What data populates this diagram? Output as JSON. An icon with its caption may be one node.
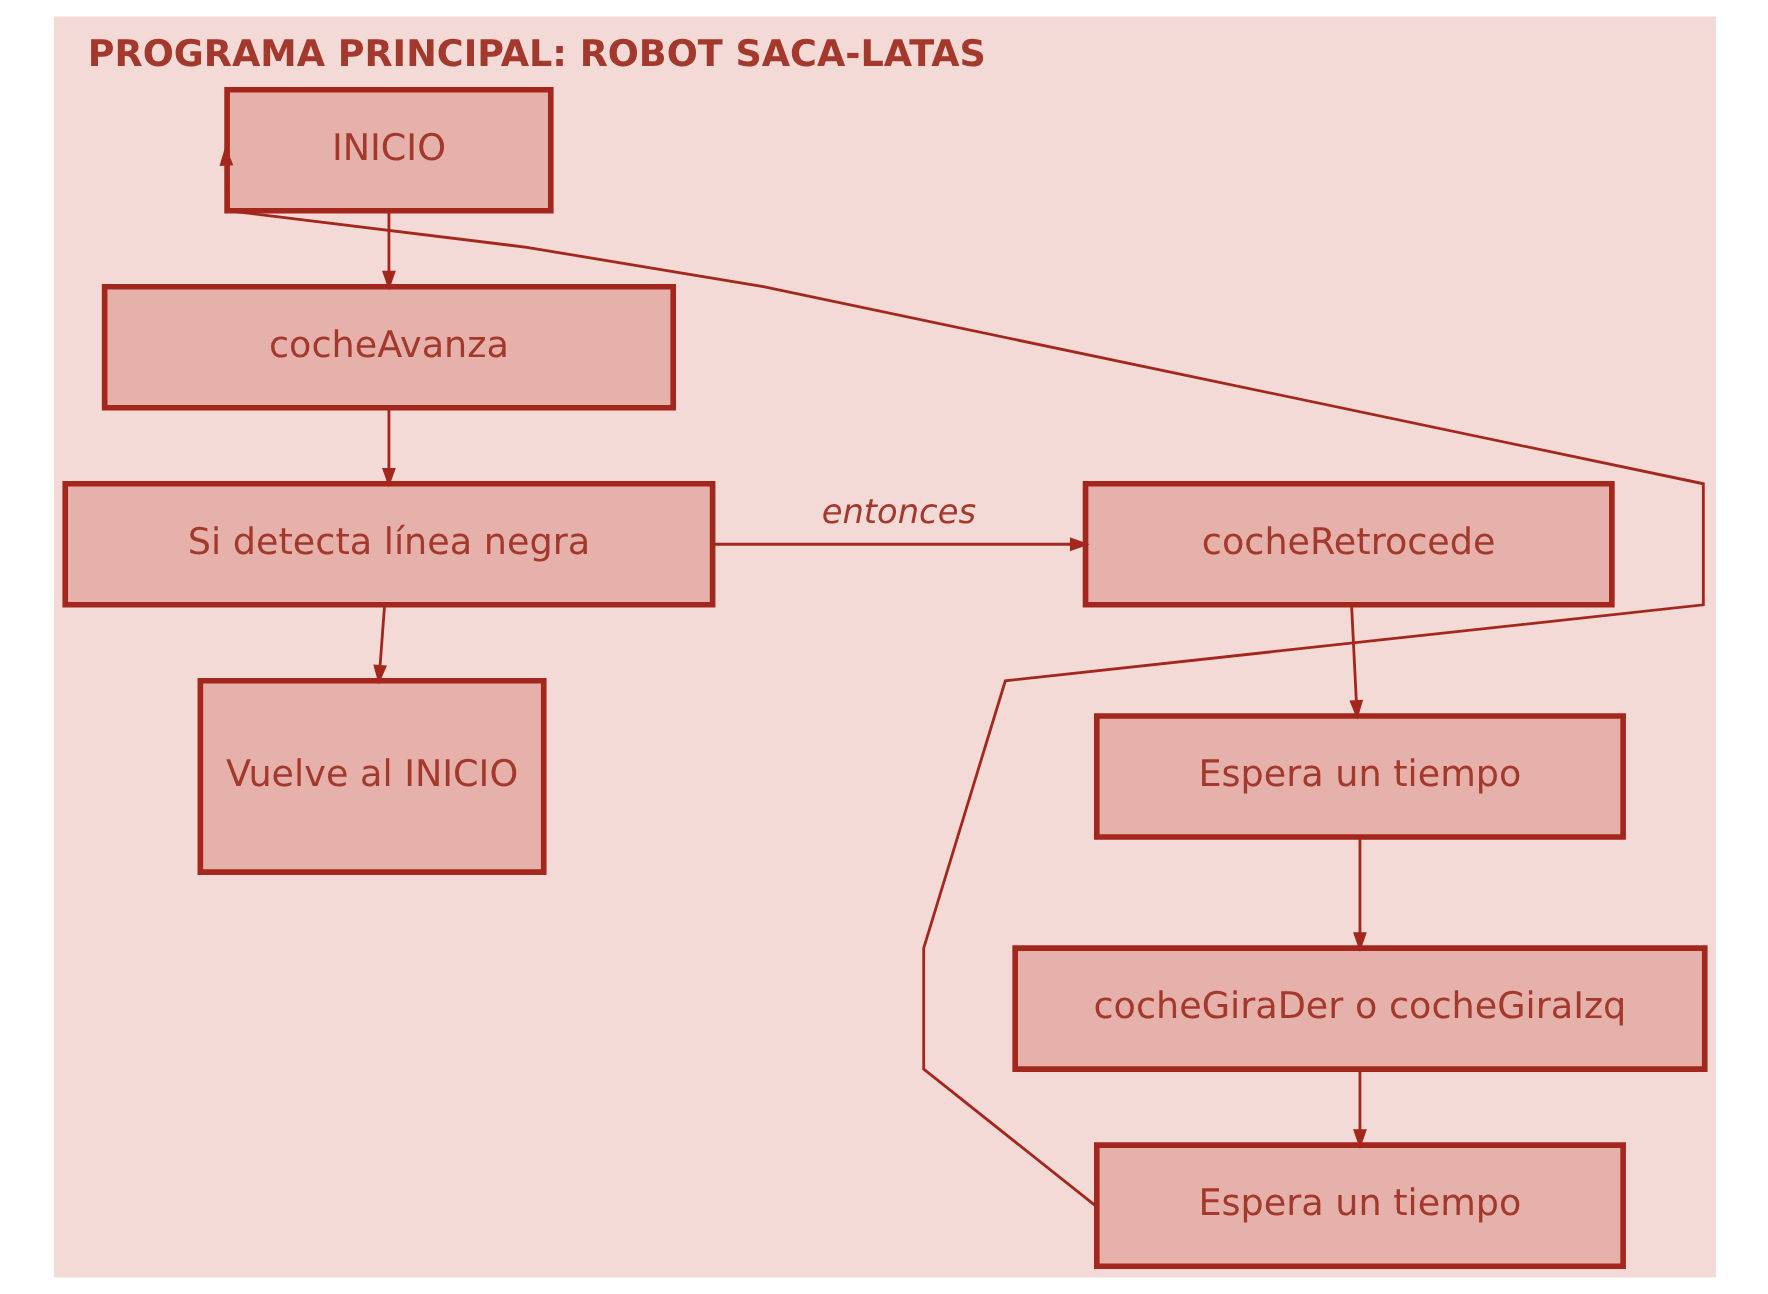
{
  "diagram": {
    "title": "PROGRAMA PRINCIPAL: ROBOT SACA-LATAS",
    "nodes": [
      {
        "text": [
          "INICIO"
        ]
      },
      {
        "text": [
          "cocheAvanza"
        ]
      },
      {
        "text": [
          "Si detecta línea negra"
        ]
      },
      {
        "text": [
          "Vuelve al INICIO"
        ]
      },
      {
        "text": [
          "cocheRetrocede"
        ]
      },
      {
        "text": [
          "Espera un tiempo"
        ]
      },
      {
        "text": [
          "cocheGiraDer o cocheGiraIzq"
        ]
      },
      {
        "text": [
          "Espera un tiempo"
        ]
      }
    ],
    "edges": [
      {
        "from": 0,
        "to": 1,
        "arrow": "to"
      },
      {
        "from": 1,
        "to": 2,
        "arrow": "to"
      },
      {
        "from": 2,
        "to": 3,
        "arrow": "to"
      },
      {
        "from": 2,
        "to": 4,
        "arrow": "to",
        "label": "entonces"
      },
      {
        "from": 4,
        "to": 5,
        "arrow": "to"
      },
      {
        "from": 5,
        "to": 6,
        "arrow": "to"
      },
      {
        "from": 6,
        "to": 7,
        "arrow": "to"
      },
      {
        "from": 7,
        "to": 0,
        "arrow": "to"
      }
    ]
  }
}
